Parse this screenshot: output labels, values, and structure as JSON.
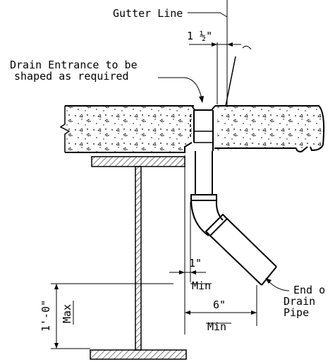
{
  "labels": {
    "gutter_line": "Gutter Line",
    "gutter_dim": "1 ½\"",
    "drain_entrance_1": "Drain Entrance to be",
    "drain_entrance_2": "shaped as required",
    "min_1in_value": "1\"",
    "min_1in_label": "Min",
    "min_6in_value": "6\"",
    "min_6in_label": "Min",
    "max_value": "1'-0\"",
    "max_label": "Max",
    "end_of_drain_1": "End o",
    "end_of_drain_2": "Drain",
    "end_of_drain_3": "Pipe"
  }
}
